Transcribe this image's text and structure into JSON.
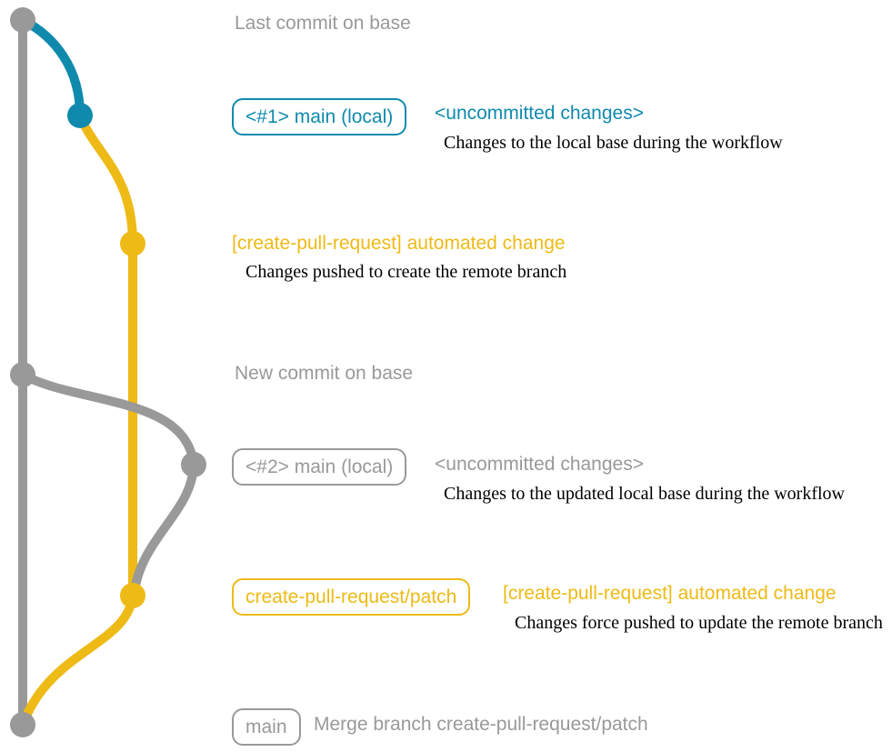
{
  "colors": {
    "base_gray": "#999999",
    "local_blue": "#0f8aad",
    "branch_yellow": "#eeba16",
    "annotation_black": "#000000",
    "background": "#ffffff"
  },
  "annotations": {
    "last_commit": "Last commit on base",
    "new_commit": "New commit on base"
  },
  "rows": [
    {
      "id": "local-1",
      "badge": "<#1> main (local)",
      "badge_color": "#0f8aad",
      "title": "<uncommitted changes>",
      "description": "Changes to the local base during the workflow"
    },
    {
      "id": "push-1",
      "title": "[create-pull-request] automated change",
      "description": "Changes pushed to create the remote branch"
    },
    {
      "id": "local-2",
      "badge": "<#2> main (local)",
      "badge_color": "#999999",
      "title": "<uncommitted changes>",
      "description": "Changes to the updated local base during the workflow"
    },
    {
      "id": "push-2",
      "badge": "create-pull-request/patch",
      "badge_color": "#eeba16",
      "title": "[create-pull-request] automated change",
      "description": "Changes force pushed to update the remote branch"
    },
    {
      "id": "merge",
      "badge": "main",
      "badge_color": "#999999",
      "title": "Merge branch create-pull-request/patch"
    }
  ],
  "graph": {
    "branches": [
      {
        "name": "base",
        "color": "#999999"
      },
      {
        "name": "main (local)",
        "color": "#0f8aad"
      },
      {
        "name": "create-pull-request/patch",
        "color": "#eeba16"
      }
    ],
    "nodes": [
      {
        "id": "base-last-commit",
        "branch": "base",
        "color": "#999999"
      },
      {
        "id": "local-commit-1",
        "branch": "main (local)",
        "color": "#0f8aad"
      },
      {
        "id": "patch-commit-1",
        "branch": "create-pull-request/patch",
        "color": "#eeba16"
      },
      {
        "id": "base-new-commit",
        "branch": "base",
        "color": "#999999"
      },
      {
        "id": "local-commit-2",
        "branch": "main (local)",
        "color": "#999999"
      },
      {
        "id": "patch-commit-2",
        "branch": "create-pull-request/patch",
        "color": "#eeba16"
      },
      {
        "id": "merge-commit",
        "branch": "base",
        "color": "#999999"
      }
    ]
  }
}
